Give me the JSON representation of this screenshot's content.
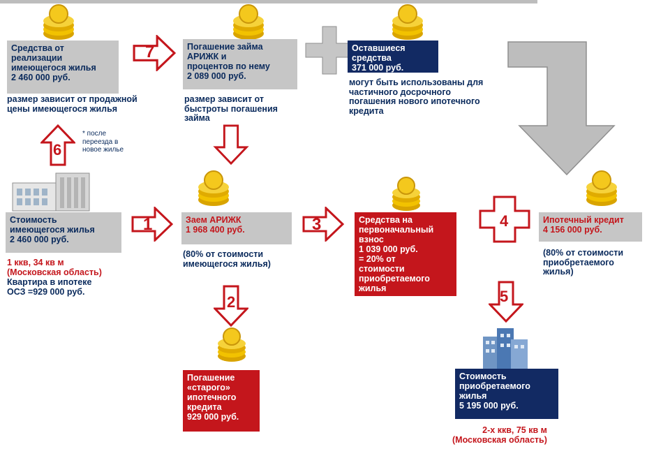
{
  "boxes": {
    "proceeds": "Средства от\nреализации\nимеющегося жилья\n2 460 000 руб.",
    "repay_loan": "Погашение займа\nАРИЖК и\nпроцентов по нему\n2 089 000 руб.",
    "remaining": "Оставшиеся\nсредства\n371 000 руб.",
    "current_value": "Стоимость\nимеющегося жилья\n2 460 000 руб.",
    "loan": "Заем АРИЖК\n1 968 400 руб.",
    "down_payment": "Средства на\nпервоначальный\nвзнос\n1 039 000 руб.\n = 20% от\nстоимости\nприобретаемого\nжилья",
    "mortgage": "Ипотечный кредит\n4 156 000 руб.",
    "old_mortgage": "Погашение\n«старого»\nипотечного\nкредита\n929 000 руб.",
    "new_value": "Стоимость\nприобретаемого\nжилья\n5 195 000 руб."
  },
  "notes": {
    "proceeds_note": "размер зависит от продажной\nцены имеющегося жилья",
    "repay_note": "размер зависит от\nбыстроты погашения\nзайма",
    "remaining_note": "могут быть использованы для\nчастичного досрочного\nпогашения нового ипотечного\nкредита",
    "after_move": "*  после\n   переезда в\n   новое жилье",
    "current_flat": "1 ккв, 34 кв м\n(Московская область)",
    "current_mortgage": "Квартира в ипотеке\nОСЗ =929 000  руб.",
    "loan_pct": "(80% от стоимости\nимеющегося жилья)",
    "mortgage_pct": "(80% от стоимости\nприобретаемого\nжилья)",
    "new_flat": "2-х ккв, 75 кв м\n(Московская область)"
  },
  "steps": [
    "1",
    "2",
    "3",
    "4",
    "5",
    "6",
    "7"
  ],
  "colors": {
    "navy": "#122a63",
    "red": "#c4161c",
    "gray": "#c6c6c6",
    "gold": "#f2c200"
  },
  "icons": [
    "coins-icon",
    "house-icon",
    "building-icon",
    "plus-icon",
    "arrow-icon"
  ]
}
